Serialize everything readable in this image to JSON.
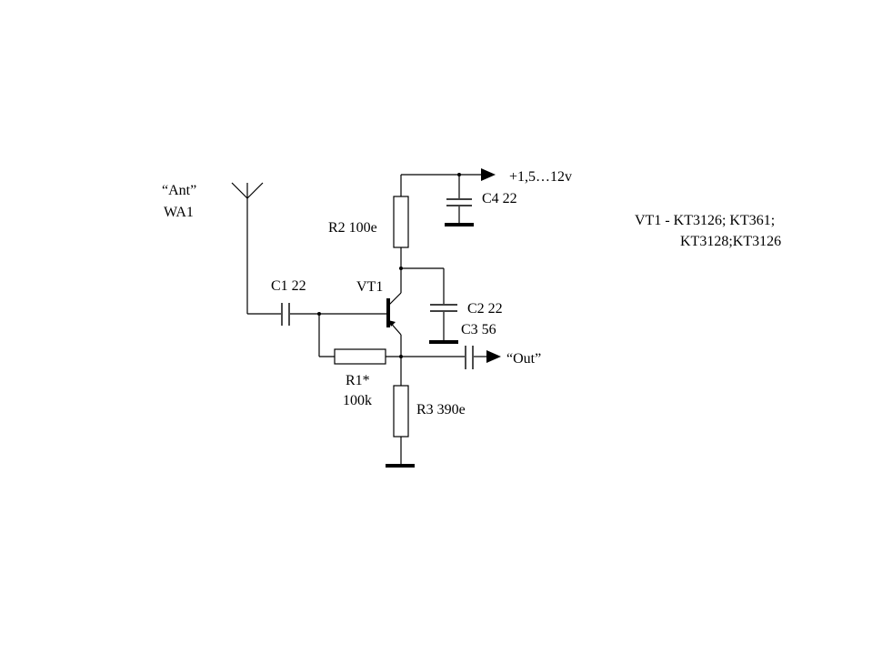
{
  "diagram": {
    "antenna": {
      "quote_label": "“Ant”",
      "ref_label": "WA1"
    },
    "capacitors": {
      "c1": "C1 22",
      "c2": "C2 22",
      "c3": "C3 56",
      "c4": "C4 22"
    },
    "resistors": {
      "r1_ref": "R1*",
      "r1_value": "100k",
      "r2": "R2 100e",
      "r3": "R3 390e"
    },
    "transistor": {
      "ref_label": "VT1"
    },
    "supply_label": "+1,5…12v",
    "output_label": "“Out”",
    "notes": {
      "line1": "VT1 - KT3126; KT361;",
      "line2": "KT3128;KT3126"
    }
  }
}
